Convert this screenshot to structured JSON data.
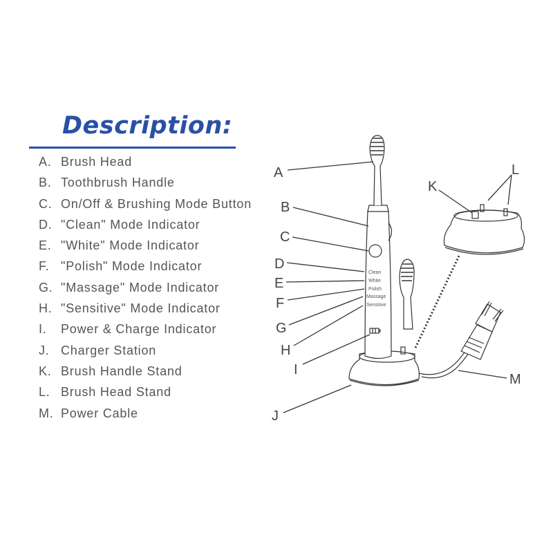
{
  "title": "Description:",
  "items": [
    {
      "key": "A.",
      "label": "Brush Head"
    },
    {
      "key": "B.",
      "label": "Toothbrush Handle"
    },
    {
      "key": "C.",
      "label": "On/Off & Brushing Mode Button"
    },
    {
      "key": "D.",
      "label": "\"Clean\" Mode Indicator"
    },
    {
      "key": "E.",
      "label": "\"White\" Mode Indicator"
    },
    {
      "key": "F.",
      "label": "\"Polish\" Mode Indicator"
    },
    {
      "key": "G.",
      "label": "\"Massage\" Mode Indicator"
    },
    {
      "key": "H.",
      "label": "\"Sensitive\" Mode Indicator"
    },
    {
      "key": "I.",
      "label": "Power & Charge Indicator"
    },
    {
      "key": "J.",
      "label": "Charger Station"
    },
    {
      "key": "K.",
      "label": "Brush Handle Stand"
    },
    {
      "key": "L.",
      "label": "Brush Head Stand"
    },
    {
      "key": "M.",
      "label": "Power Cable"
    }
  ],
  "diagram": {
    "callouts": [
      "A",
      "B",
      "C",
      "D",
      "E",
      "F",
      "G",
      "H",
      "I",
      "J",
      "K",
      "L",
      "M"
    ],
    "modes": [
      "Clean",
      "White",
      "Polish",
      "Massage",
      "Sensitive"
    ]
  },
  "colors": {
    "accent": "#2a50a6",
    "text": "#555555",
    "line": "#333333"
  }
}
